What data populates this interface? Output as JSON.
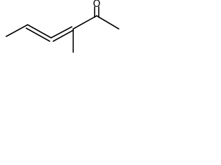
{
  "molecule": {
    "structure_type": "skeletal formula",
    "atoms": [
      {
        "id": "O1",
        "element": "O",
        "label": "O",
        "shown": true
      },
      {
        "id": "C1",
        "element": "C",
        "shown": false
      },
      {
        "id": "C2",
        "element": "C",
        "shown": false
      },
      {
        "id": "C3",
        "element": "C",
        "shown": false
      },
      {
        "id": "C4",
        "element": "C",
        "shown": false
      },
      {
        "id": "C5",
        "element": "C",
        "shown": false
      },
      {
        "id": "C6",
        "element": "C",
        "shown": false
      },
      {
        "id": "C7",
        "element": "C",
        "shown": false
      }
    ],
    "bonds": [
      {
        "from": "C1",
        "to": "C2",
        "order": 1
      },
      {
        "from": "C2",
        "to": "C3",
        "order": 2
      },
      {
        "from": "C3",
        "to": "C4",
        "order": 2
      },
      {
        "from": "C4",
        "to": "C5",
        "order": 1
      },
      {
        "from": "C4",
        "to": "C6",
        "order": 1
      },
      {
        "from": "C6",
        "to": "O1",
        "order": 2
      },
      {
        "from": "C6",
        "to": "C7",
        "order": 1
      }
    ],
    "colors": {
      "bond": "#000000",
      "label": "#000000",
      "background": "#ffffff"
    }
  }
}
